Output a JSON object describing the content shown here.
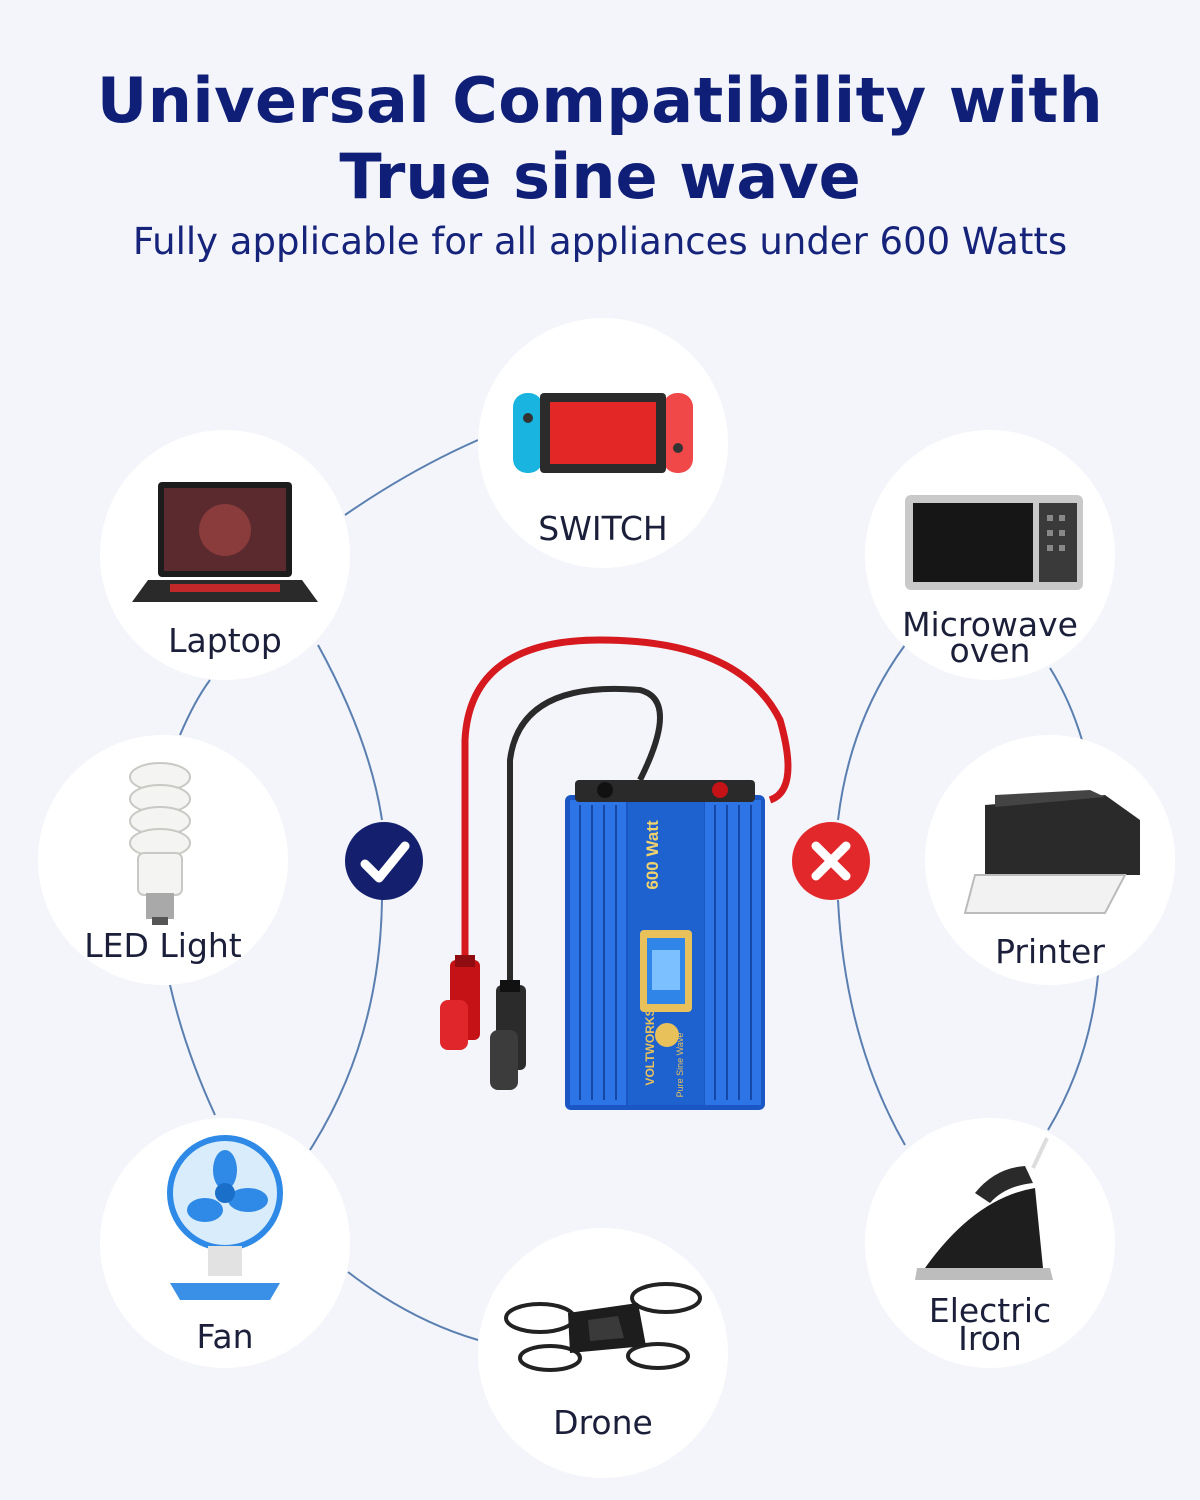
{
  "title_line1": "Universal Compatibility with",
  "title_line2": "True sine wave",
  "subtitle": "Fully applicable for all appliances under 600 Watts",
  "colors": {
    "heading": "#0f1f78",
    "background": "#f3f5fa",
    "check_badge": "#14206e",
    "cross_badge": "#e3282c",
    "inverter_body": "#1e62d0"
  },
  "compatible": [
    {
      "label": "SWITCH",
      "icon": "game-console-icon"
    },
    {
      "label": "Laptop",
      "icon": "laptop-icon"
    },
    {
      "label": "LED Light",
      "icon": "bulb-icon"
    },
    {
      "label": "Fan",
      "icon": "fan-icon"
    },
    {
      "label": "Drone",
      "icon": "drone-icon"
    }
  ],
  "incompatible": [
    {
      "label_line1": "Microwave",
      "label_line2": "oven",
      "icon": "microwave-icon"
    },
    {
      "label": "Printer",
      "icon": "printer-icon"
    },
    {
      "label_line1": "Electric",
      "label_line2": "Iron",
      "icon": "iron-icon"
    }
  ],
  "product": {
    "wattage": "600 Watt",
    "brand": "VOLTWORKS",
    "model_text": "Pure Sine Wave"
  },
  "badges": {
    "check": "check-icon",
    "cross": "cross-icon"
  }
}
